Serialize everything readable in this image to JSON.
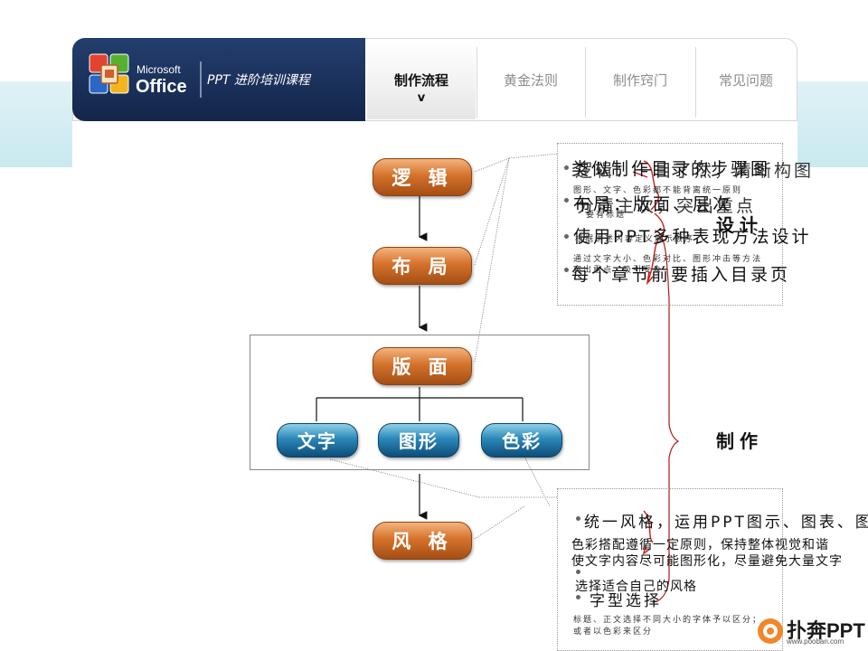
{
  "header": {
    "brand_top": "Microsoft",
    "brand_name": "Office",
    "course_title": "PPT 进阶培训课程",
    "tabs": [
      {
        "label": "制作流程",
        "sub": "v",
        "active": true
      },
      {
        "label": "黄金法则",
        "active": false
      },
      {
        "label": "制作窍门",
        "active": false
      },
      {
        "label": "常见问题",
        "active": false
      }
    ]
  },
  "flow": {
    "nodes": [
      "逻 辑",
      "布 局",
      "版 面",
      "风 格"
    ],
    "sub_nodes": [
      "文字",
      "图形",
      "色彩"
    ]
  },
  "panel_top": {
    "lines": [
      "类似制作目录的步骤图",
      "逻辑：一目了然，清晰构图",
      "布局：版面、层次",
      "分清主次，突出重点",
      "使用PPT多种表现方法设计",
      "每个章节前要插入目录页"
    ],
    "notes": [
      "图形、文字、色彩都不能背离统一原则",
      "要有标题",
      "根据讲述内容定义展示顺序",
      "通过文字大小、色彩对比、图形冲击等方法",
      "突出重点，吸引受众"
    ],
    "label": "设计"
  },
  "middle_label": "制作",
  "panel_bottom": {
    "lines": [
      "统一风格，运用PPT图示、图表、图片",
      "色彩搭配遵循一定原则，保持整体视觉和谐",
      "使文字内容尽可能图形化，尽量避免大量文字",
      "选择适合自己的风格",
      "字型选择"
    ],
    "notes": [
      "标题、正文选择不同大小的字体予以区分；或者以色彩来区分"
    ]
  },
  "watermark": {
    "name": "扑奔PPT",
    "url": "www.pooban.com"
  },
  "colors": {
    "brand_bg": "#1b3160",
    "orange_node": "#c8651f",
    "blue_node": "#1f6e9c",
    "band": "#d3edf3"
  }
}
